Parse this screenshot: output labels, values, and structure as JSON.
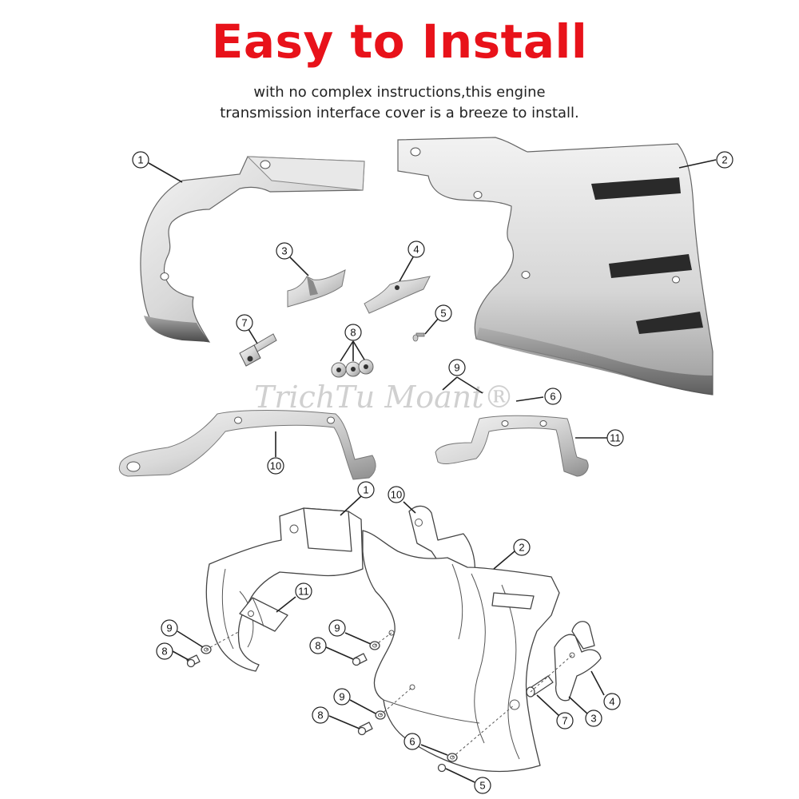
{
  "title": "Easy to Install",
  "subtitle": [
    "with no complex instructions,this engine",
    "transmission interface cover is a breeze to install."
  ],
  "watermark": "TrichTu Moant®",
  "colors": {
    "title": "#e8121a",
    "text": "#222222",
    "background": "#ffffff"
  },
  "photo_callouts": {
    "c1": "1",
    "c2": "2",
    "c3": "3",
    "c4": "4",
    "c5": "5",
    "c6": "6",
    "c7": "7",
    "c8": "8",
    "c9": "9",
    "c10": "10",
    "c11": "11"
  },
  "diagram_callouts": {
    "d1": "1",
    "d10": "10",
    "d2": "2",
    "d11": "11",
    "d9a": "9",
    "d8a": "8",
    "d9b": "9",
    "d8b": "8",
    "d9c": "9",
    "d8c": "8",
    "d6": "6",
    "d5": "5",
    "d7": "7",
    "d3": "3",
    "d4": "4"
  }
}
